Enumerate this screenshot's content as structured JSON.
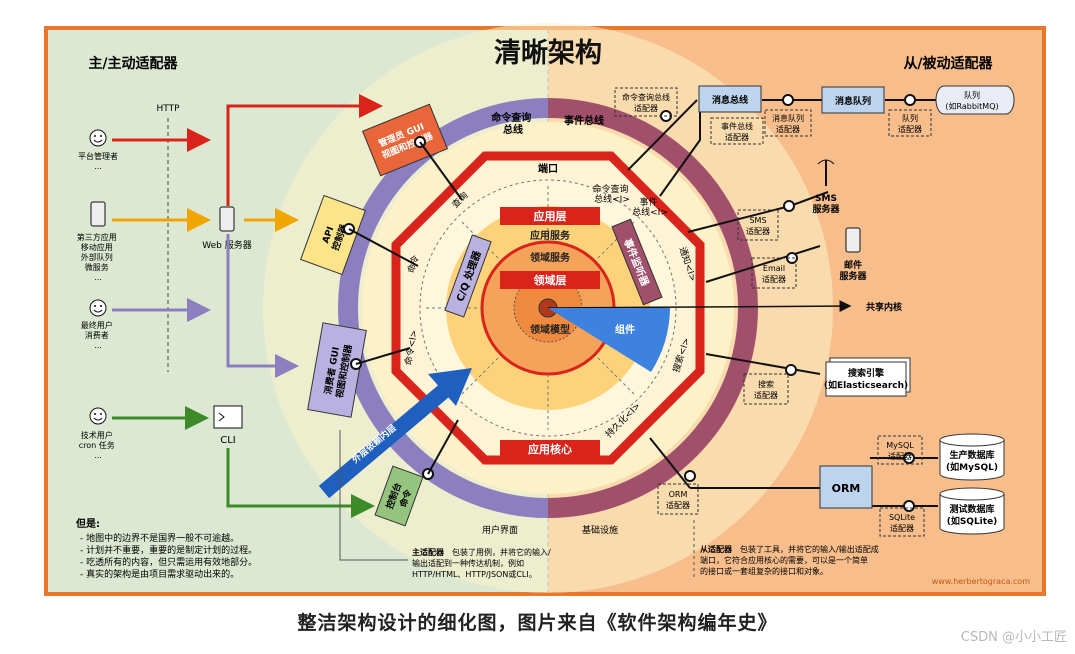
{
  "diagram": {
    "title": "清晰架构",
    "left_header": "主/主动适配器",
    "right_header": "从/被动适配器",
    "http": "HTTP",
    "actors": {
      "admin": [
        "平台管理者",
        "..."
      ],
      "third_party": [
        "第三方应用",
        "移动应用",
        "外部队列",
        "微服务",
        "..."
      ],
      "end_user": [
        "最终用户",
        "消费者",
        "..."
      ],
      "tech_user": [
        "技术用户",
        "cron 任务",
        "..."
      ]
    },
    "web_server": "Web 服务器",
    "cli": "CLI",
    "left_adapters": {
      "admin_gui": [
        "管理员 GUI",
        "视图和控制器"
      ],
      "api": [
        "API",
        "控制器"
      ],
      "consumer_gui": [
        "消费者 GUI",
        "视图和控制器"
      ],
      "console": [
        "控制台",
        "命令"
      ]
    },
    "buses": {
      "command_query": [
        "命令查询",
        "总线"
      ],
      "event": "事件总线"
    },
    "ring_labels": {
      "query": "查询",
      "command": "命令",
      "command_port": "命令<I>",
      "port": "端口",
      "cq_bus_port": [
        "命令查询",
        "总线<I>"
      ],
      "event_bus_port": [
        "事件",
        "总线<I>"
      ],
      "notify_port": "通知<I>",
      "search_port": "搜索<I>",
      "persistence_port": "持久化<I>"
    },
    "layers": {
      "application_layer": "应用层",
      "application_services": "应用服务",
      "domain_services": "领域服务",
      "domain_layer": "领域层",
      "domain_model": "领域模型",
      "application_core": "应用核心",
      "component": "组件",
      "cq_handlers": "C/Q 处理器",
      "event_listeners": "事件监听器"
    },
    "dependency_arrow": "外层依赖内层",
    "user_interface": "用户界面",
    "infrastructure": "基础设施",
    "shared_kernel": "共享内核",
    "right_adapters": {
      "cq_bus_adapter": [
        "命令查询总线",
        "适配器"
      ],
      "message_bus": "消息总线",
      "event_bus_adapter": [
        "事件总线",
        "适配器"
      ],
      "msg_queue_adapter": [
        "消息队列",
        "适配器"
      ],
      "message_queue": "消息队列",
      "queue_adapter": [
        "队列",
        "适配器"
      ],
      "queue": [
        "队列",
        "(如RabbitMQ)"
      ],
      "sms_adapter": [
        "SMS",
        "适配器"
      ],
      "sms_service": [
        "SMS",
        "服务器"
      ],
      "email_adapter": [
        "Email",
        "适配器"
      ],
      "mail_service": [
        "邮件",
        "服务器"
      ],
      "search_adapter": [
        "搜索",
        "适配器"
      ],
      "search_engine": [
        "搜索引擎",
        "(如Elasticsearch)"
      ],
      "orm_adapter": [
        "ORM",
        "适配器"
      ],
      "orm": "ORM",
      "mysql_adapter": [
        "MySQL",
        "适配器"
      ],
      "prod_db": [
        "生产数据库",
        "(如MySQL)"
      ],
      "sqlite_adapter": [
        "SQLite",
        "适配器"
      ],
      "test_db": [
        "测试数据库",
        "(如SQLite)"
      ]
    },
    "notes": {
      "title": "但是:",
      "items": [
        "- 地图中的边界不是国界一般不可逾越。",
        "- 计划并不重要，重要的是制定计划的过程。",
        "- 吃透所有的内容，但只需运用有效地部分。",
        "- 真实的架构是由项目需求驱动出来的。"
      ]
    },
    "primary_note": {
      "bold": "主适配器",
      "lines": [
        "包装了用例，并将它的输入/",
        "输出适配到一种传达机制，例如",
        "HTTP/HTML、HTTP/JSON或CLI。"
      ]
    },
    "secondary_note": {
      "bold": "从适配器",
      "lines": [
        "包装了工具，并将它的输入/输出适配成",
        "端口，它符合应用核心的需要，可以是一个简单",
        "的接口或一套组复杂的接口和对象。"
      ]
    },
    "site": "www.herbertograca.com"
  },
  "caption": "整洁架构设计的细化图，图片来自《软件架构编年史》",
  "watermark": "CSDN @小小工匠",
  "colors": {
    "border": "#e8772e",
    "left_bg": "#dce8d2",
    "right_bg": "#f7be8c",
    "title": "#111111",
    "red": "#d9241b",
    "purple": "#8b7fc0",
    "plum": "#a0506b",
    "blue": "#1f5fc0",
    "component": "#3d82e0",
    "adapter_blue": "#bcd4ee",
    "yellow": "#fbe48a",
    "orange_box": "#e8663a",
    "green_box": "#95c47f",
    "lavender_box": "#b9b2e0"
  }
}
